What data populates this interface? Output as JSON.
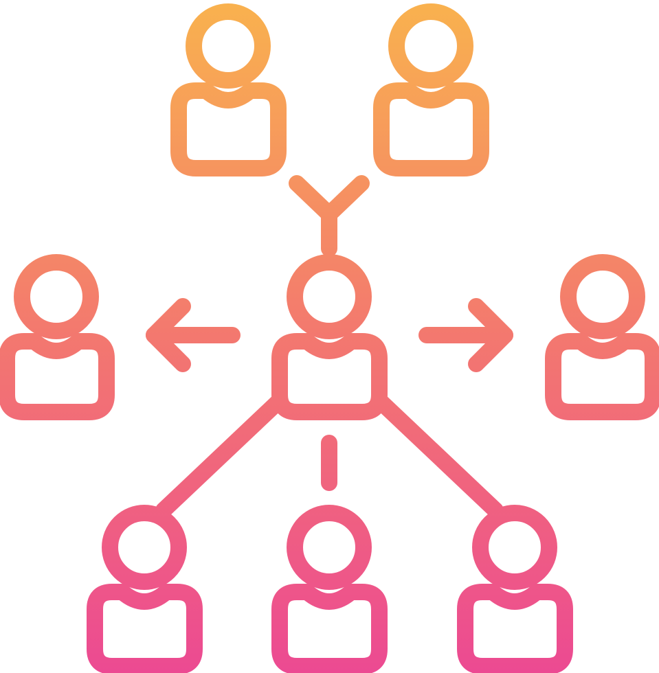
{
  "icon": {
    "name": "people-network-icon",
    "colors": {
      "gradient_top": "#f9b24e",
      "gradient_mid": "#f3786f",
      "gradient_bottom": "#ec4a92",
      "background": "#ffffff"
    },
    "people_count": 8,
    "connections": {
      "top_pair": "y-merge",
      "left": "arrow-left",
      "right": "arrow-right",
      "bottom": "tree-branch"
    }
  }
}
